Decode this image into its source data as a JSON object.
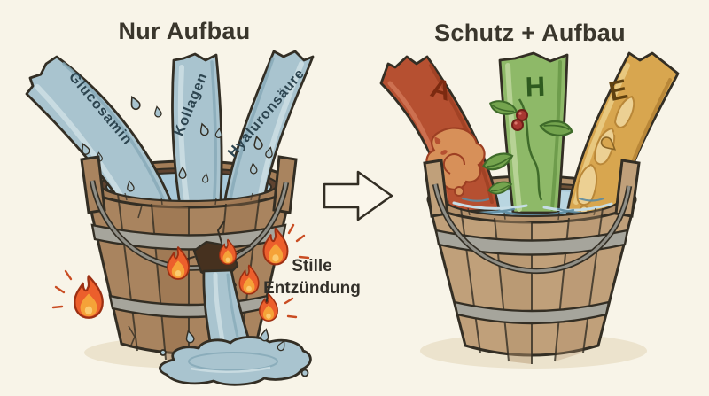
{
  "canvas": {
    "background": "#f8f4e8"
  },
  "left_panel": {
    "title": "Nur Aufbau",
    "streams": [
      {
        "label": "Glucosamin",
        "color": "#a9c4cf"
      },
      {
        "label": "Kollagen",
        "color": "#a9c4cf"
      },
      {
        "label": "Hyaluronsäure",
        "color": "#a9c4cf"
      }
    ],
    "caption": "Stille Entzündung"
  },
  "arrow": {
    "direction": "right"
  },
  "right_panel": {
    "title": "Schutz + Aufbau",
    "streams": [
      {
        "label": "A",
        "color": "#b65031"
      },
      {
        "label": "H",
        "color": "#8eb968"
      },
      {
        "label": "E",
        "color": "#d8a64f"
      }
    ]
  },
  "palette": {
    "ink": "#332e24",
    "wood_left": "#a9845f",
    "wood_right": "#c0a07a",
    "metal_band": "#a6a59c",
    "water": "#a9c9d9",
    "stream_blue": "#a9c4cf",
    "flame_outer": "#ec5f2c",
    "flame_inner": "#f5a238",
    "title_text": "#3a362c"
  }
}
